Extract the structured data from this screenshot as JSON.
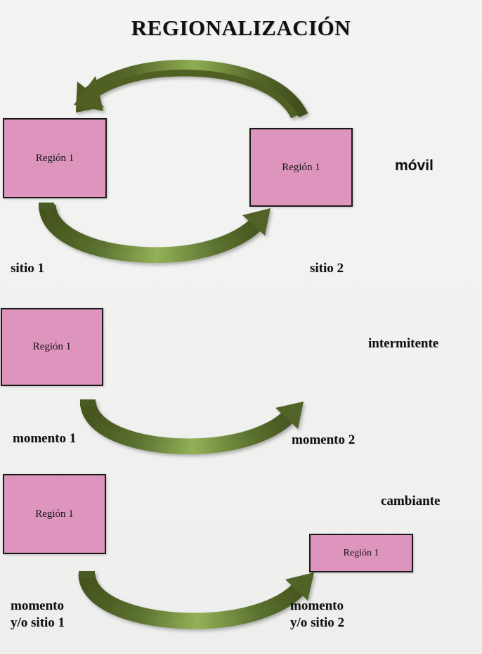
{
  "title": "REGIONALIZACIÓN",
  "colors": {
    "background": "#f1f1f0",
    "region_fill": "#dd95be",
    "region_border": "#1a1a1a",
    "arrow_green_dark": "#4a5d27",
    "arrow_green_mid": "#5b7230",
    "arrow_green_light": "#8aa84a",
    "text": "#101010"
  },
  "rows": [
    {
      "type_label": "móvil",
      "boxes": [
        {
          "label": "Región 1"
        },
        {
          "label": "Región 1"
        }
      ],
      "endpoints": [
        {
          "label": "sitio 1"
        },
        {
          "label": "sitio 2"
        }
      ],
      "arrows": [
        {
          "name": "arrow-top-left",
          "direction": "right-to-left",
          "curve": "arc-above"
        },
        {
          "name": "arrow-bottom-right",
          "direction": "left-to-right",
          "curve": "arc-below"
        }
      ]
    },
    {
      "type_label": "intermitente",
      "boxes": [
        {
          "label": "Región 1"
        }
      ],
      "endpoints": [
        {
          "label": "momento 1"
        },
        {
          "label": "momento 2"
        }
      ],
      "arrows": [
        {
          "name": "arrow-intermitente",
          "direction": "left-to-right",
          "curve": "arc-below"
        }
      ]
    },
    {
      "type_label": "cambiante",
      "boxes": [
        {
          "label": "Región 1"
        },
        {
          "label": "Región 1"
        }
      ],
      "endpoints": [
        {
          "label": "momento\ny/o sitio 1"
        },
        {
          "label": "momento\ny/o sitio 2"
        }
      ],
      "arrows": [
        {
          "name": "arrow-cambiante",
          "direction": "left-to-right",
          "curve": "arc-below"
        }
      ]
    }
  ]
}
